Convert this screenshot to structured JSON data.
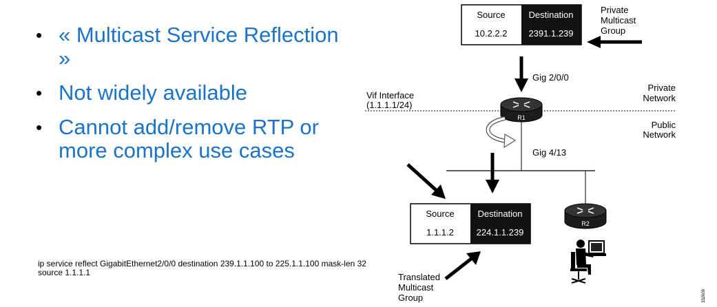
{
  "bullets": [
    "« Multicast Service Reflection »",
    "Not widely available",
    "Cannot add/remove RTP or more complex use cases"
  ],
  "command": "ip service reflect GigabitEthernet2/0/0 destination 239.1.1.100 to 225.1.1.100 mask-len 32 source 1.1.1.1",
  "diagram": {
    "top_packet": {
      "source_header": "Source",
      "dest_header": "Destination",
      "source_value": "10.2.2.2",
      "dest_value": "2391.1.239"
    },
    "bottom_packet": {
      "source_header": "Source",
      "dest_header": "Destination",
      "source_value": "1.1.1.2",
      "dest_value": "224.1.1.239"
    },
    "private_group": [
      "Private",
      "Multicast",
      "Group"
    ],
    "translated_group": [
      "Translated",
      "Multicast",
      "Group"
    ],
    "vif_interface": [
      "Vif Interface",
      "(1.1.1.1/24)"
    ],
    "private_network": [
      "Private",
      "Network"
    ],
    "public_network": [
      "Public",
      "Network"
    ],
    "gig_in": "Gig 2/0/0",
    "gig_out": "Gig 4/13",
    "router1": "R1",
    "router2": "R2",
    "figure_id": "332609"
  }
}
